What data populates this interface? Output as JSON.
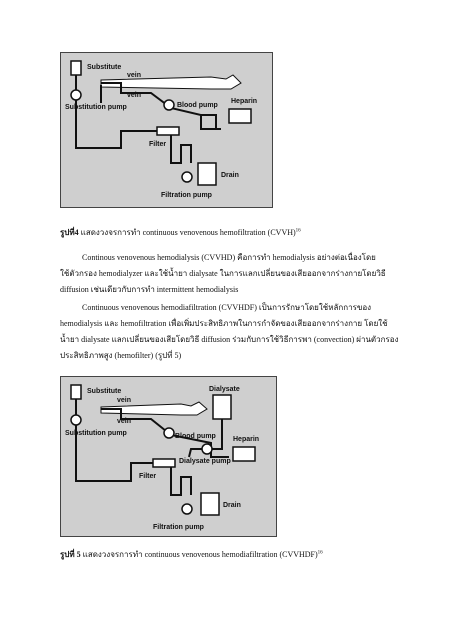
{
  "figure4": {
    "labels": {
      "substitute": "Substitute",
      "vein_top": "vein",
      "vein_bottom": "vein",
      "substitution_pump": "Substitution pump",
      "heparin": "Heparin",
      "blood_pump": "Blood pump",
      "filter": "Filter",
      "drain": "Drain",
      "filtration_pump": "Filtration pump"
    },
    "caption": {
      "number": "รูปที่4",
      "text": " แสดงวงจรการทำ continuous venovenous hemofiltration (CVVH)",
      "ref": "16"
    }
  },
  "body": {
    "para1": [
      "Continous venovenous hemodialysis (CVVHD) คือการทำ hemodialysis อย่างต่อเนื่องโดย",
      "ใช้ตัวกรอง hemodialyzer และใช้น้ำยา dialysate ในการแลกเปลี่ยนของเสียออกจากร่างกายโดยวิธี",
      "diffusion เช่นเดียวกับการทำ intermittent hemodialysis"
    ],
    "para2": [
      "Continuous venovenous hemodiafiltration  (CVVHDF) เป็นการรักษาโดยใช้หลักการของ",
      "hemodialysis และ hemofiltration เพื่อเพิ่มประสิทธิภาพในการกำจัดของเสียออกจากร่างกาย โดยใช้",
      "น้ำยา dialysate แลกเปลี่ยนของเสียโดยวิธี diffusion ร่วมกับการใช้วิธีการพา (convection) ผ่านตัวกรอง",
      "ประสิทธิภาพสูง  (hemofilter) (รูปที่ 5)"
    ]
  },
  "figure5": {
    "labels": {
      "substitute": "Substitute",
      "vein_top": "vein",
      "vein_bottom": "vein",
      "substitution_pump": "Substitution pump",
      "dialysate": "Dialysate",
      "heparin": "Heparin",
      "blood_pump": "Blood pump",
      "dialysate_pump": "Dialysate pump",
      "filter": "Filter",
      "drain": "Drain",
      "filtration_pump": "Filtration pump"
    },
    "caption": {
      "number": "รูปที่ 5",
      "text": " แสดงวงจรการทำ continuous venovenous hemodiafiltration (CVVHDF)",
      "ref": "16"
    }
  }
}
